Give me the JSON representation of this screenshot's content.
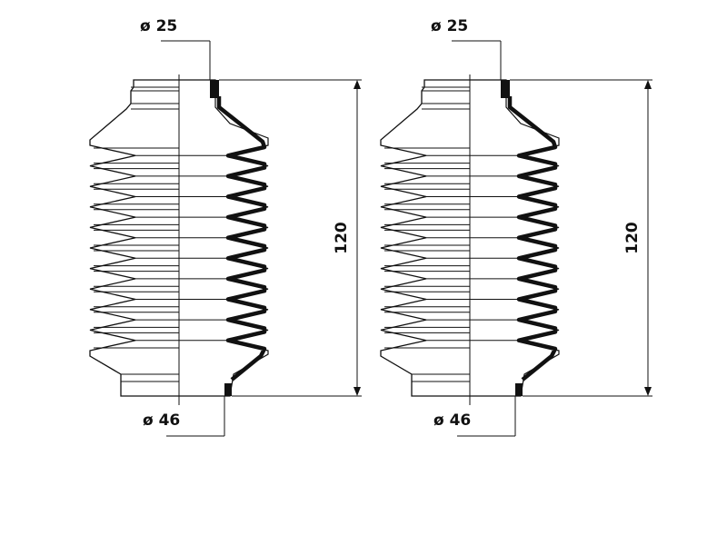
{
  "diagram": {
    "boots": [
      {
        "name": "boot-left",
        "dim_top": "ø 25",
        "dim_bottom": "ø 46",
        "dim_height": "120"
      },
      {
        "name": "boot-right",
        "dim_top": "ø 25",
        "dim_bottom": "ø 46",
        "dim_height": "120"
      }
    ],
    "colors": {
      "line": "#111111",
      "background": "#ffffff"
    }
  }
}
